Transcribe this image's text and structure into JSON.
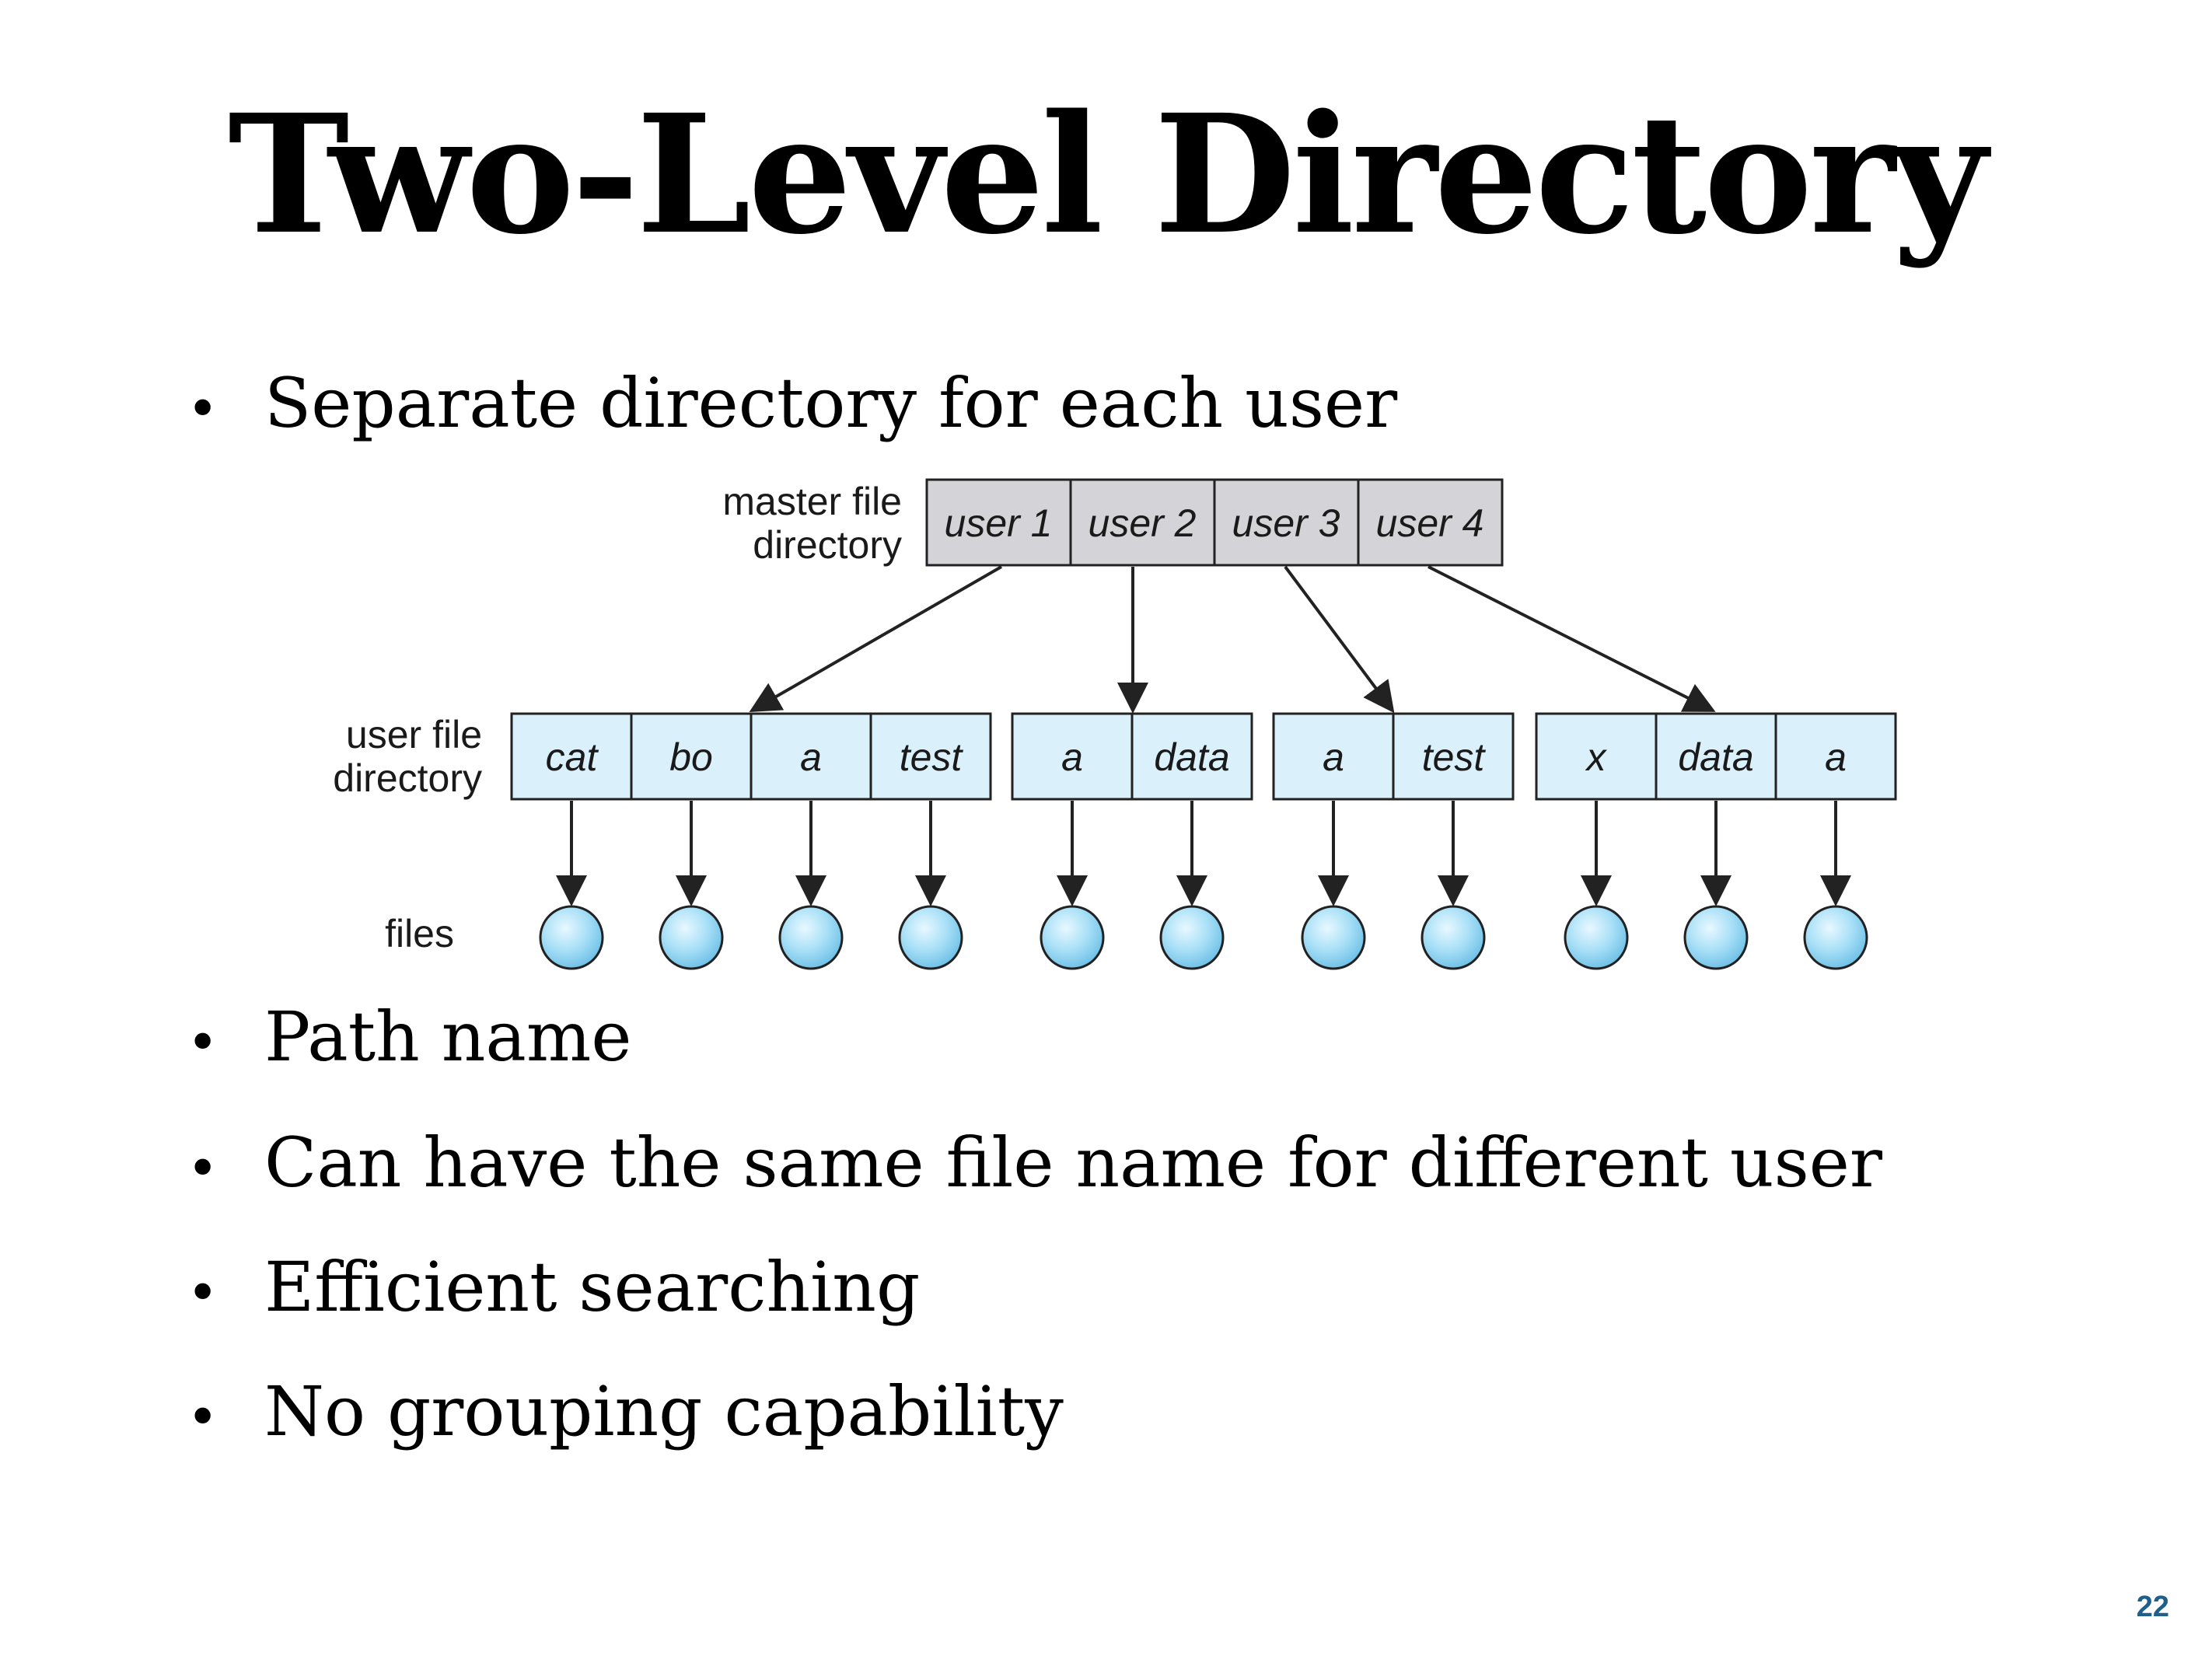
{
  "slide": {
    "title": "Two-Level Directory",
    "bullets_top": [
      "Separate directory for each user"
    ],
    "bullets_bottom": [
      "Path name",
      "Can have the same file name for different user",
      "Efficient searching",
      "No grouping capability"
    ],
    "page_number": "22"
  },
  "diagram": {
    "labels": {
      "master_line1": "master file",
      "master_line2": "directory",
      "user_line1": "user file",
      "user_line2": "directory",
      "files": "files"
    },
    "master_entries": [
      "user 1",
      "user 2",
      "user 3",
      "user 4"
    ],
    "user_directories": [
      [
        "cat",
        "bo",
        "a",
        "test"
      ],
      [
        "a",
        "data"
      ],
      [
        "a",
        "test"
      ],
      [
        "x",
        "data",
        "a"
      ]
    ],
    "colors": {
      "master_fill": "#d4d4d8",
      "user_fill": "#daf0fb",
      "file_fill": "#9fdcf6",
      "stroke": "#222222"
    }
  }
}
